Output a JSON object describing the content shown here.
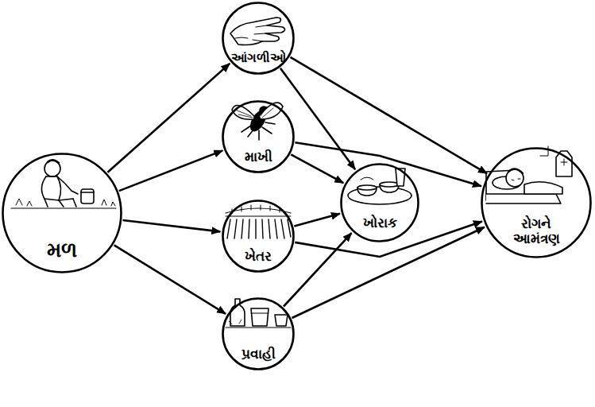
{
  "diagram": {
    "nodes": [
      {
        "text": [
          "મળ"
        ]
      },
      {
        "text": [
          "આંગળીઓ"
        ]
      },
      {
        "text": [
          "માખી"
        ]
      },
      {
        "text": [
          "ખેતર"
        ]
      },
      {
        "text": [
          "પ્રવાહી"
        ]
      },
      {
        "text": [
          "ખોરાક"
        ]
      },
      {
        "text": [
          "રોગને આમંત્રણ"
        ]
      }
    ],
    "edges": [
      {
        "from": 0,
        "to": 1,
        "arrow": "to"
      },
      {
        "from": 0,
        "to": 2,
        "arrow": "to"
      },
      {
        "from": 0,
        "to": 3,
        "arrow": "to"
      },
      {
        "from": 0,
        "to": 4,
        "arrow": "to"
      },
      {
        "from": 1,
        "to": 5,
        "arrow": "to"
      },
      {
        "from": 2,
        "to": 5,
        "arrow": "to"
      },
      {
        "from": 3,
        "to": 5,
        "arrow": "to"
      },
      {
        "from": 4,
        "to": 5,
        "arrow": "to"
      },
      {
        "from": 1,
        "to": 6,
        "arrow": "to"
      },
      {
        "from": 2,
        "to": 6,
        "arrow": "to"
      },
      {
        "from": 3,
        "to": 6,
        "arrow": "to"
      },
      {
        "from": 4,
        "to": 6,
        "arrow": "to"
      }
    ]
  }
}
